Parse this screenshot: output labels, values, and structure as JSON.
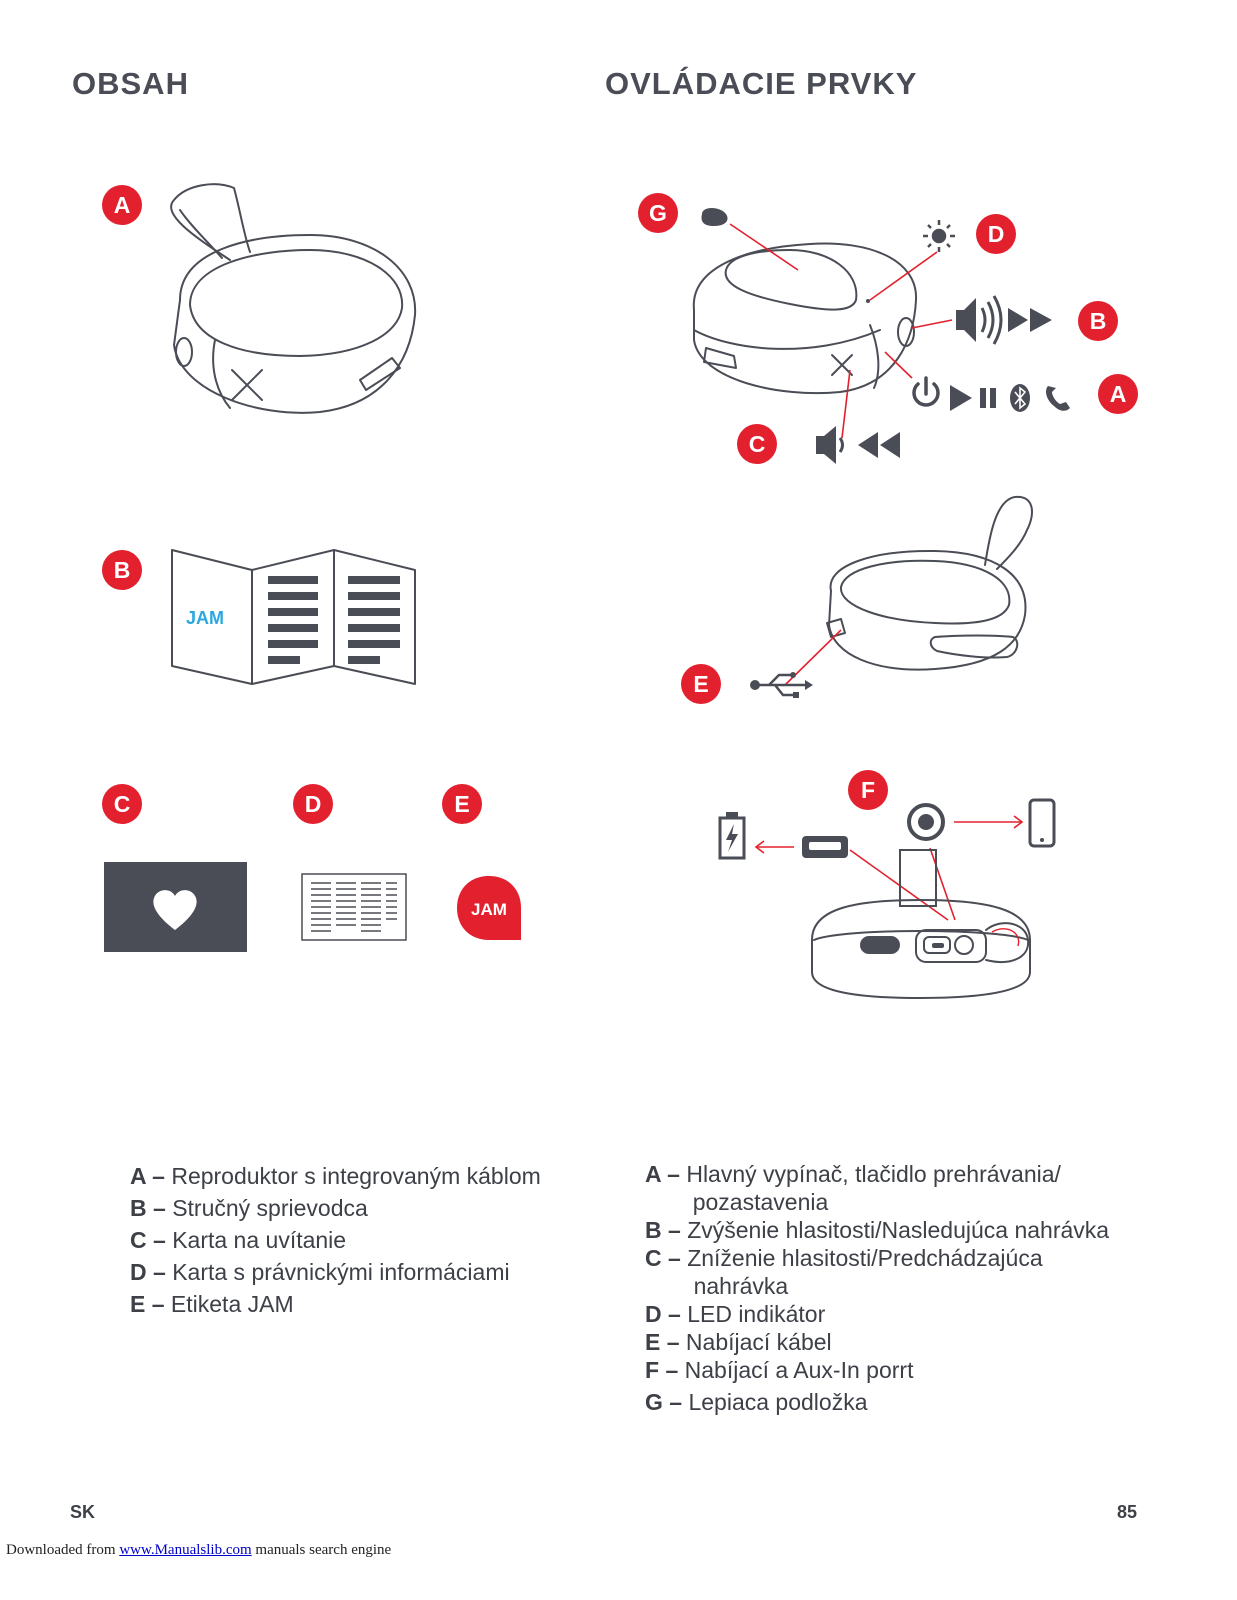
{
  "headings": {
    "contents": "OBSAH",
    "controls": "OVLÁDACIE PRVKY"
  },
  "badges": {
    "contents": [
      "A",
      "B",
      "C",
      "D",
      "E"
    ],
    "controls": [
      "G",
      "D",
      "B",
      "A",
      "C",
      "E",
      "F"
    ]
  },
  "logo_text": "JAM",
  "contents_legend": [
    {
      "key": "A – ",
      "text": "Reproduktor s integrovaným káblom"
    },
    {
      "key": "B – ",
      "text": "Stručný sprievodca"
    },
    {
      "key": "C – ",
      "text": "Karta na uvítanie"
    },
    {
      "key": "D – ",
      "text": "Karta s právnickými informáciami"
    },
    {
      "key": "E – ",
      "text": "Etiketa JAM"
    }
  ],
  "controls_legend": [
    {
      "key": "A – ",
      "text": "Hlavný vypínač, tlačidlo prehrávania/\n pozastavenia"
    },
    {
      "key": "B – ",
      "text": "Zvýšenie hlasitosti/Nasledujúca nahrávka"
    },
    {
      "key": "C – ",
      "text": "Zníženie hlasitosti/Predchádzajúca\n nahrávka"
    },
    {
      "key": "D – ",
      "text": "LED indikátor"
    },
    {
      "key": "E – ",
      "text": "Nabíjací kábel"
    },
    {
      "key": "F – ",
      "text": "Nabíjací a Aux-In porrt"
    },
    {
      "key": "G – ",
      "text": "Lepiaca podložka"
    }
  ],
  "footer": {
    "language": "SK",
    "page_number": "85"
  },
  "watermark": {
    "prefix": "Downloaded from ",
    "link": "www.Manualslib.com",
    "suffix": " manuals search engine"
  },
  "colors": {
    "accent_red": "#e3202e",
    "dark_gray": "#4a4d55",
    "logo_blue": "#29a8e0"
  }
}
